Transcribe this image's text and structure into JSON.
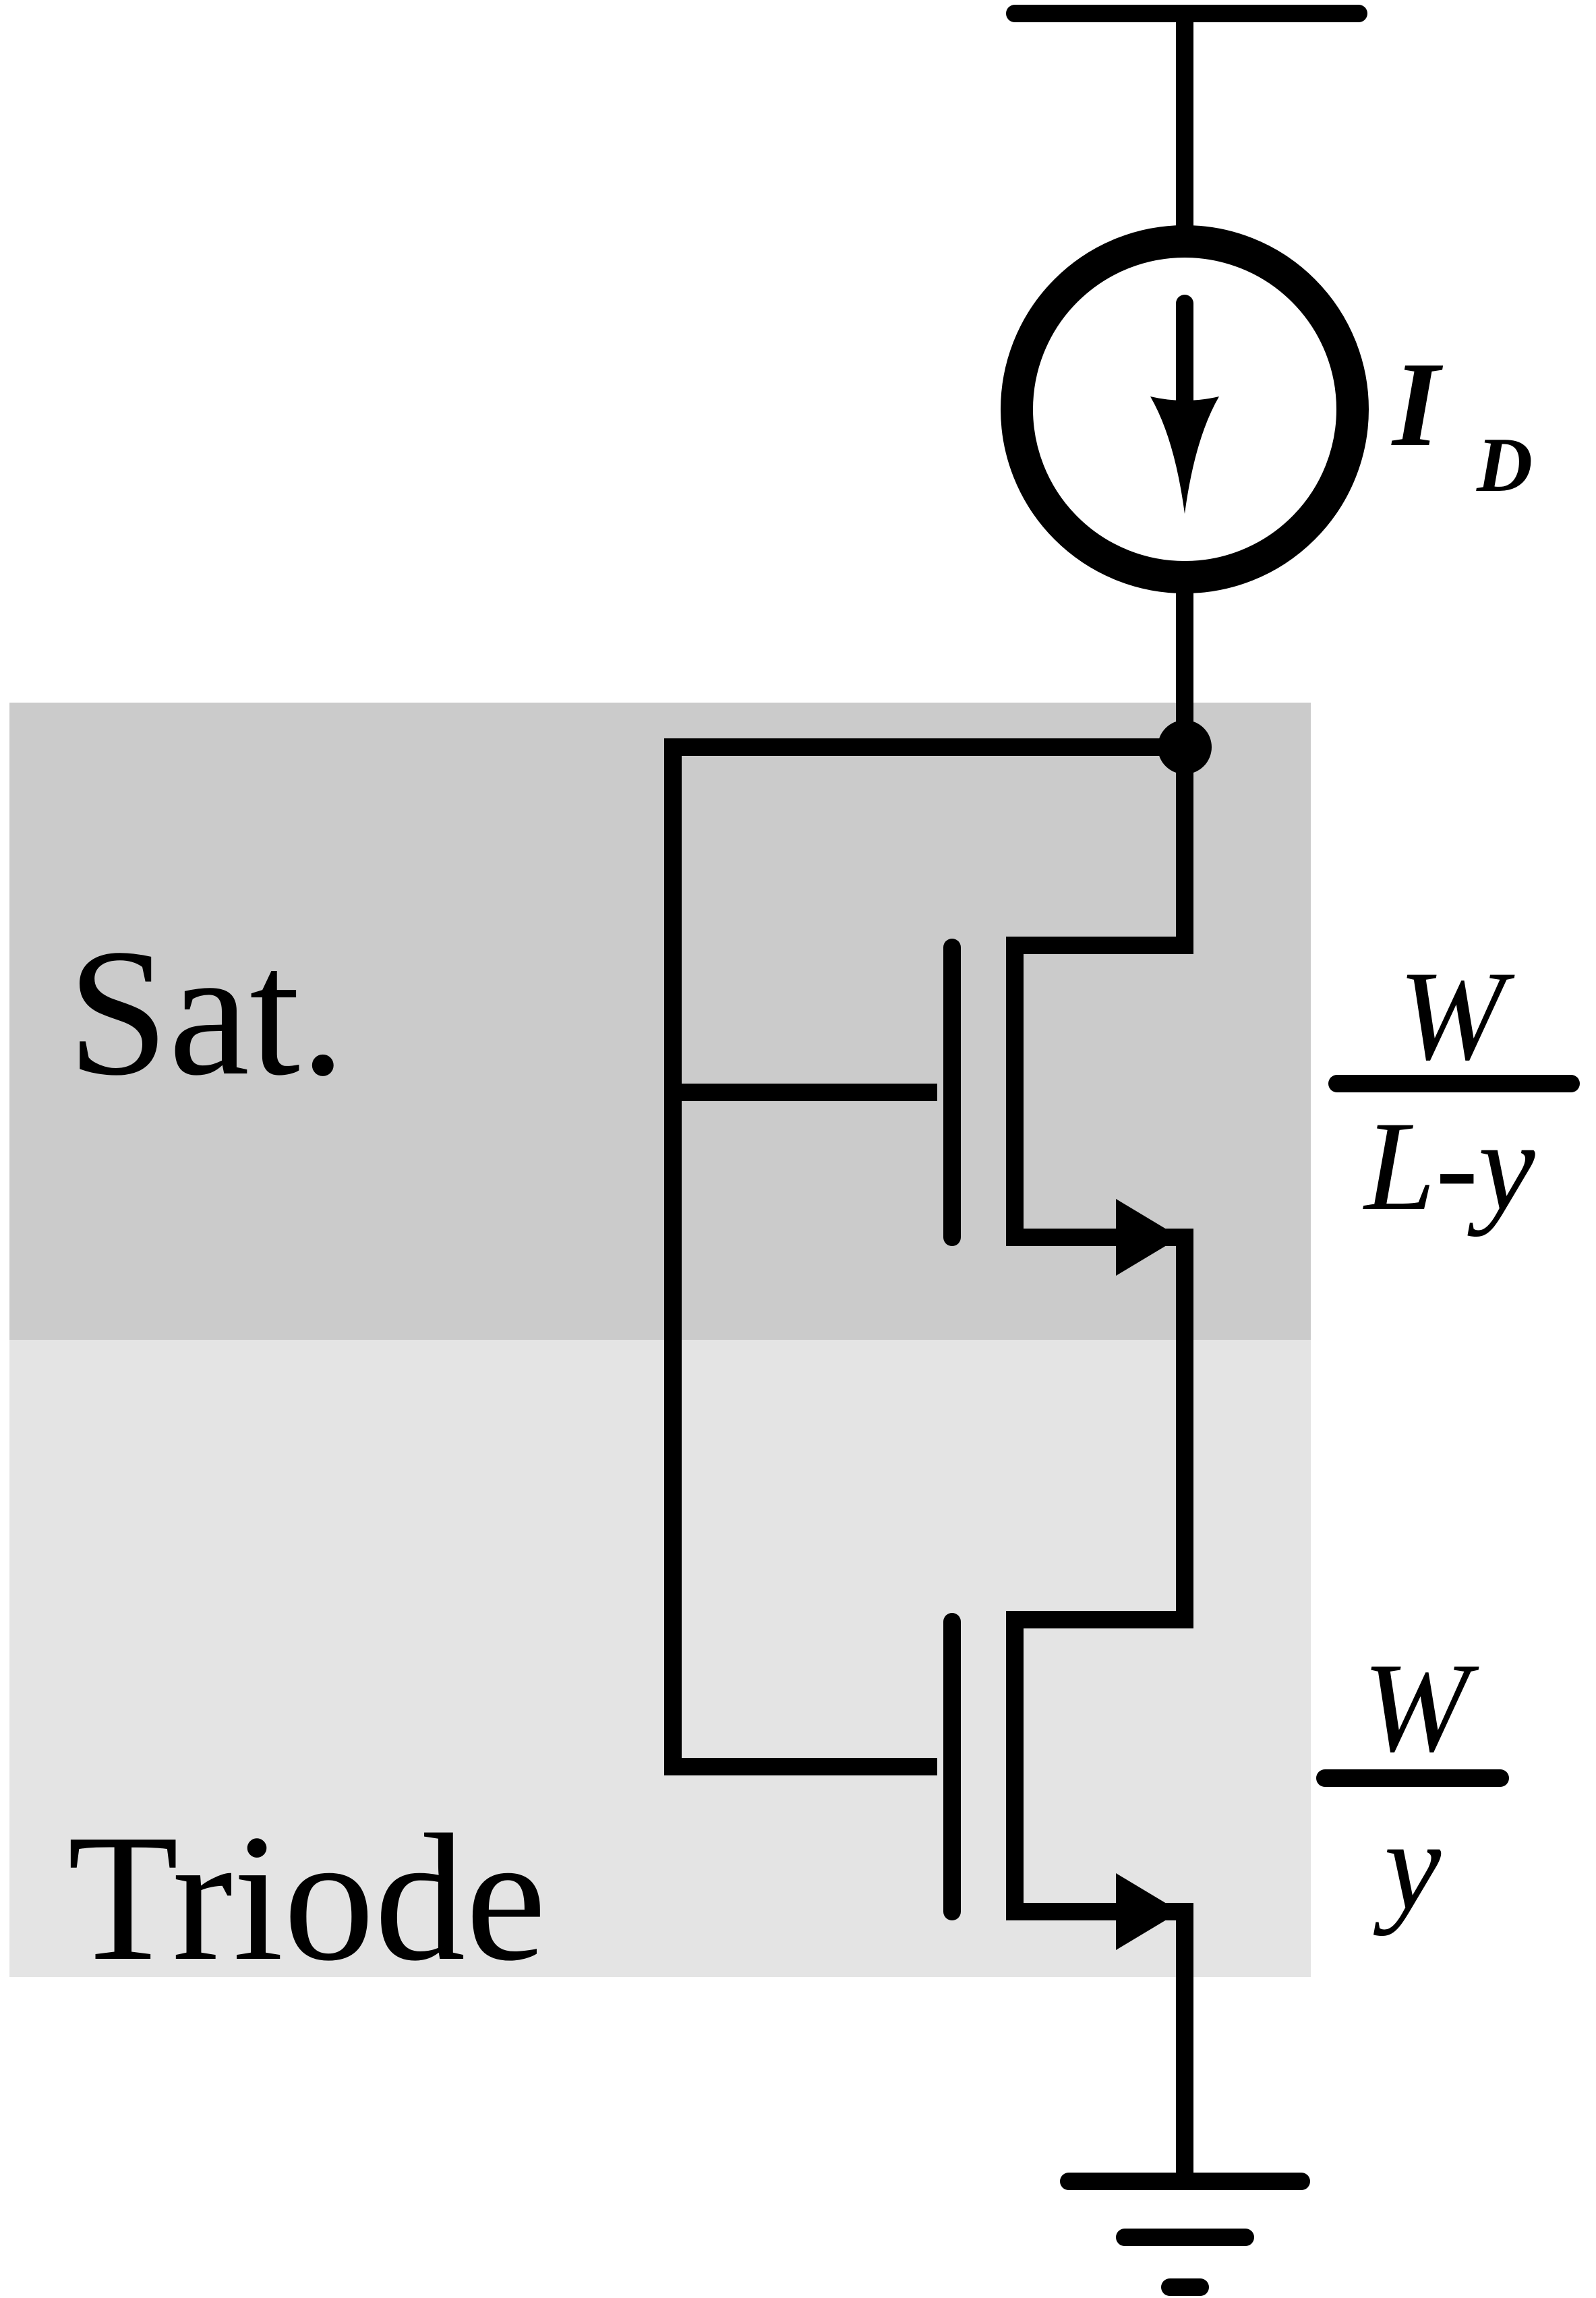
{
  "regions": {
    "saturation": {
      "label": "Sat.",
      "fill": "#cbcbcb"
    },
    "triode": {
      "label": "Triode",
      "fill": "#e4e4e4"
    }
  },
  "current_source": {
    "label_main": "I",
    "label_sub": "D"
  },
  "top_transistor_ratio": {
    "numerator": "W",
    "denominator": "L-y"
  },
  "bottom_transistor_ratio": {
    "numerator": "W",
    "denominator": "y"
  },
  "colors": {
    "wire": "#000000",
    "background": "#ffffff"
  },
  "icons": {
    "supply": "supply-rail-icon",
    "source": "current-source-icon",
    "ground": "ground-icon"
  }
}
